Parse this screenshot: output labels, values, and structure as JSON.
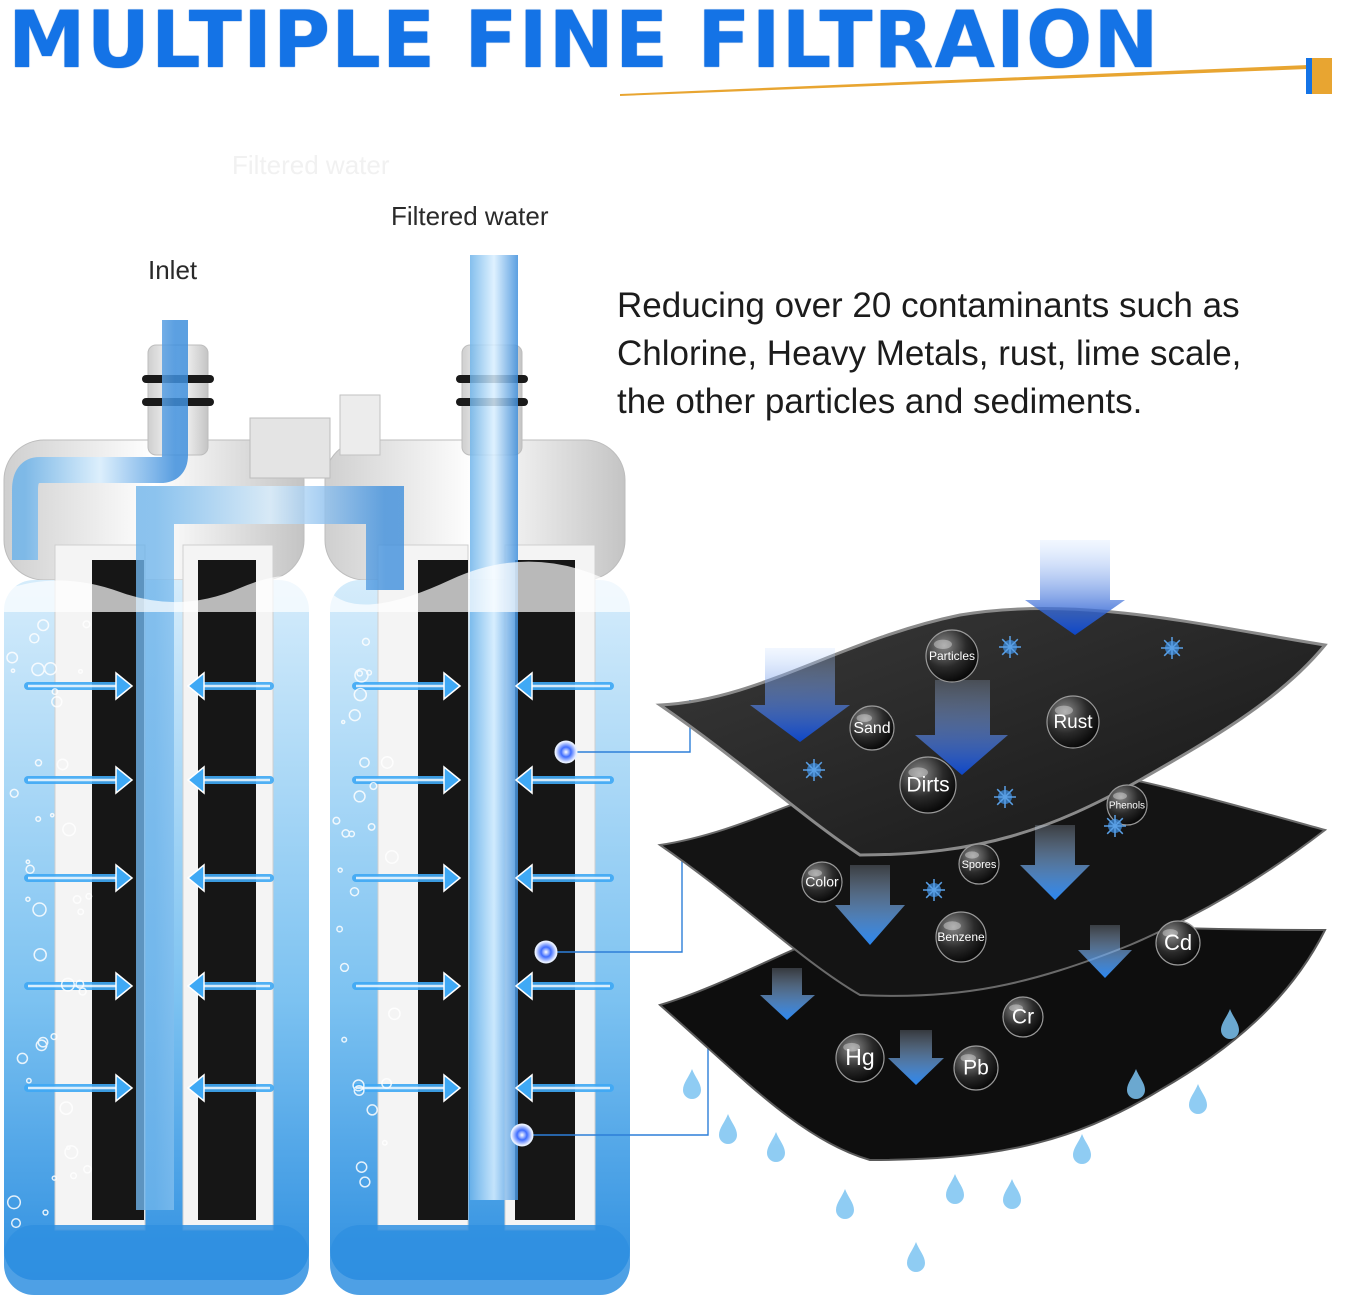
{
  "title": "MULTIPLE FINE FILTRAION",
  "labels": {
    "ghost": "Filtered water",
    "filtered_water": "Filtered  water",
    "inlet": "Inlet"
  },
  "description": [
    "Reducing over 20 contaminants such as",
    "Chlorine, Heavy Metals, rust, lime scale,",
    "the other particles and sediments."
  ],
  "layers": {
    "top": [
      "Particles",
      "Sand",
      "Rust",
      "Dirts"
    ],
    "middle": [
      "Phenols",
      "Spores",
      "Color",
      "Benzene"
    ],
    "bottom": [
      "Cd",
      "Cr",
      "Hg",
      "Pb"
    ]
  },
  "colors": {
    "title": "#1473e6",
    "accent": "#e8a531",
    "water": "#4aa3ea",
    "arrow": "#0d46c8"
  }
}
